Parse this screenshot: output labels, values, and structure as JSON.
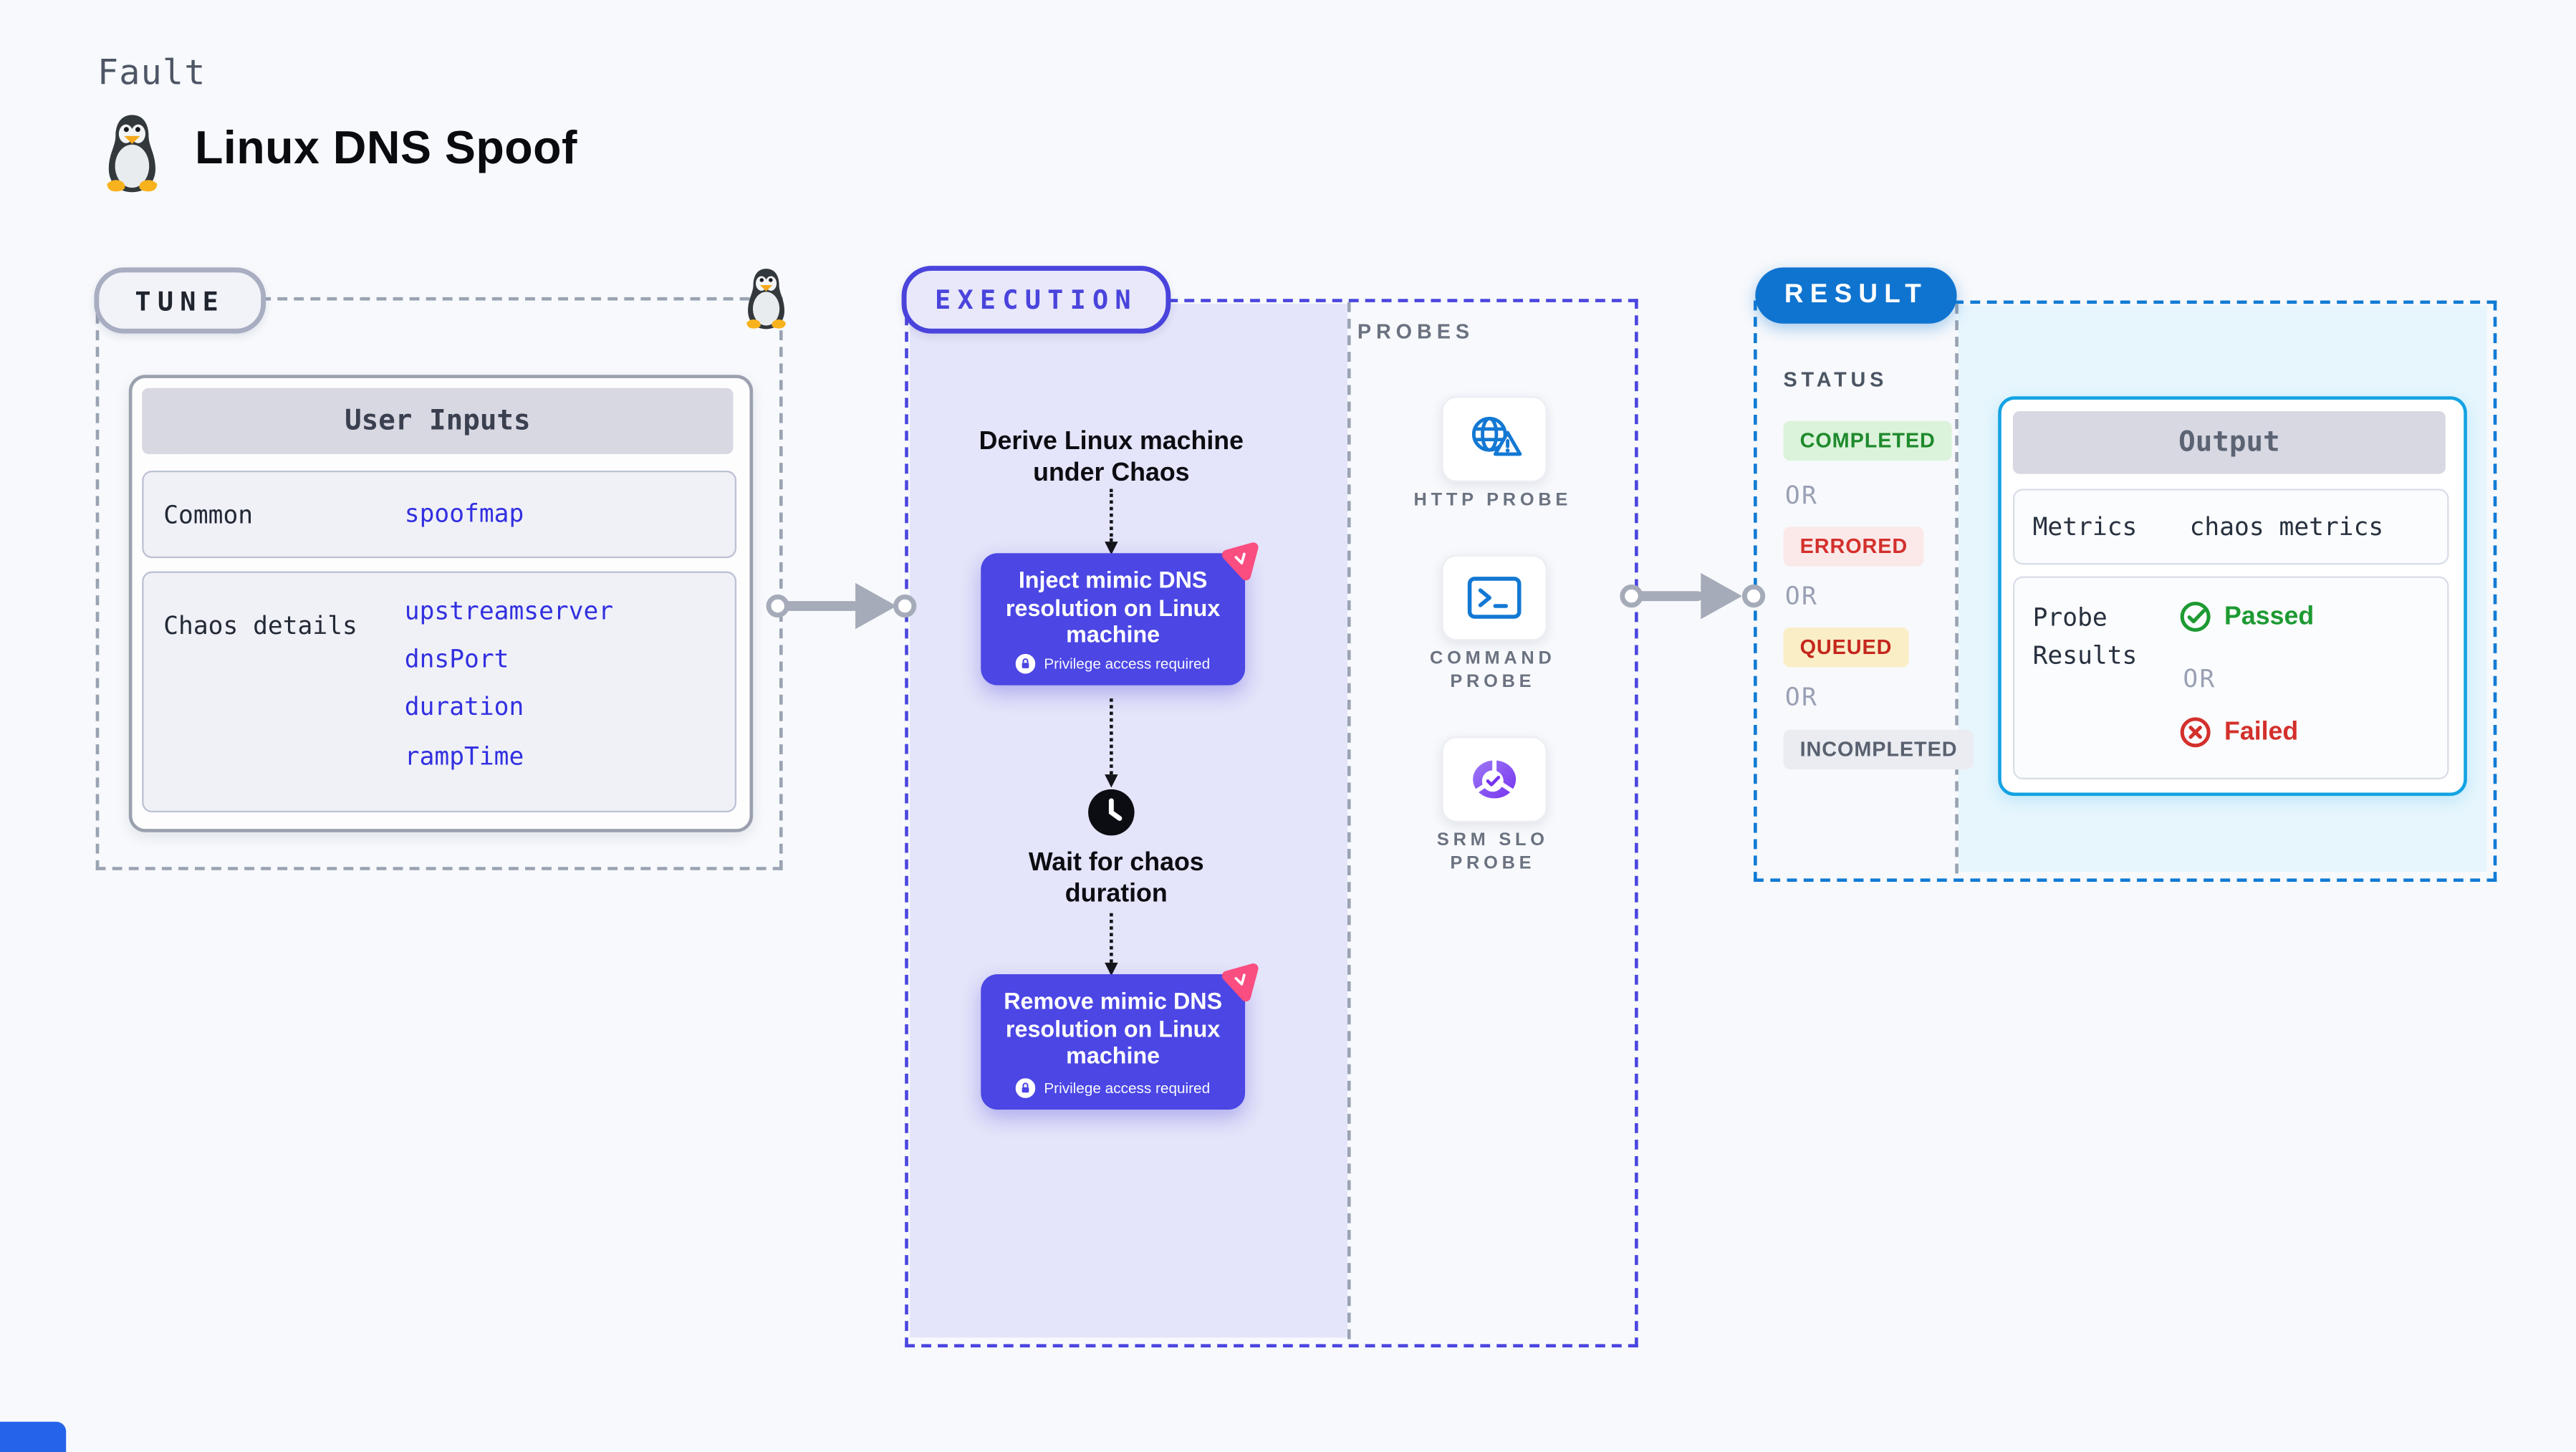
{
  "page": {
    "kicker": "Fault",
    "title": "Linux DNS Spoof"
  },
  "tune": {
    "badge": "TUNE",
    "card_title": "User Inputs",
    "rows": [
      {
        "label": "Common",
        "values": [
          "spoofmap"
        ]
      },
      {
        "label": "Chaos details",
        "values": [
          "upstreamserver",
          "dnsPort",
          "duration",
          "rampTime"
        ]
      }
    ]
  },
  "execution": {
    "badge": "EXECUTION",
    "derive_step": "Derive Linux machine under Chaos",
    "inject_step": "Inject mimic DNS resolution on Linux machine",
    "wait_step": "Wait for chaos duration",
    "remove_step": "Remove mimic DNS resolution on Linux machine",
    "privilege_note": "Privilege access required"
  },
  "probes": {
    "heading": "PROBES",
    "items": [
      {
        "label": "HTTP PROBE",
        "icon": "globe-alert-icon"
      },
      {
        "label": "COMMAND PROBE",
        "icon": "terminal-icon"
      },
      {
        "label": "SRM SLO PROBE",
        "icon": "slo-donut-icon"
      }
    ]
  },
  "result": {
    "badge": "RESULT",
    "status_heading": "STATUS",
    "or_label": "OR",
    "statuses": [
      {
        "label": "COMPLETED",
        "text_color": "#1e8a2d",
        "bg_color": "#dcf3db"
      },
      {
        "label": "ERRORED",
        "text_color": "#d3302c",
        "bg_color": "#fbe9e9"
      },
      {
        "label": "QUEUED",
        "text_color": "#c5271d",
        "bg_color": "#faeec6"
      },
      {
        "label": "INCOMPLETED",
        "text_color": "#59616f",
        "bg_color": "#eaecf2"
      }
    ],
    "output": {
      "title": "Output",
      "metrics_label": "Metrics",
      "metrics_value": "chaos metrics",
      "probe_results_label": "Probe Results",
      "passed_label": "Passed",
      "failed_label": "Failed"
    }
  },
  "colors": {
    "accent_indigo": "#4b46e4",
    "accent_blue": "#0f74d0",
    "accent_cyan": "#13a3e2",
    "link_blue": "#3230e0",
    "lavender_bg": "#e4e4fa",
    "lightblue_bg": "#e7f6fd",
    "pink_logo": "#fa4d80",
    "probe_icon_blue": "#1378d3"
  }
}
